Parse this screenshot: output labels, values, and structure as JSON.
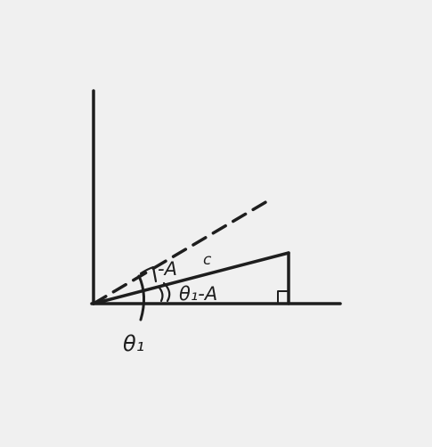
{
  "diagram": {
    "labels": {
      "minus_a": "-A",
      "side_c": "c",
      "theta1_minus_a": "θ₁-A",
      "theta1": "θ₁"
    },
    "colors": {
      "background": "#f0f0f0",
      "ink": "#1e1e1e"
    }
  }
}
